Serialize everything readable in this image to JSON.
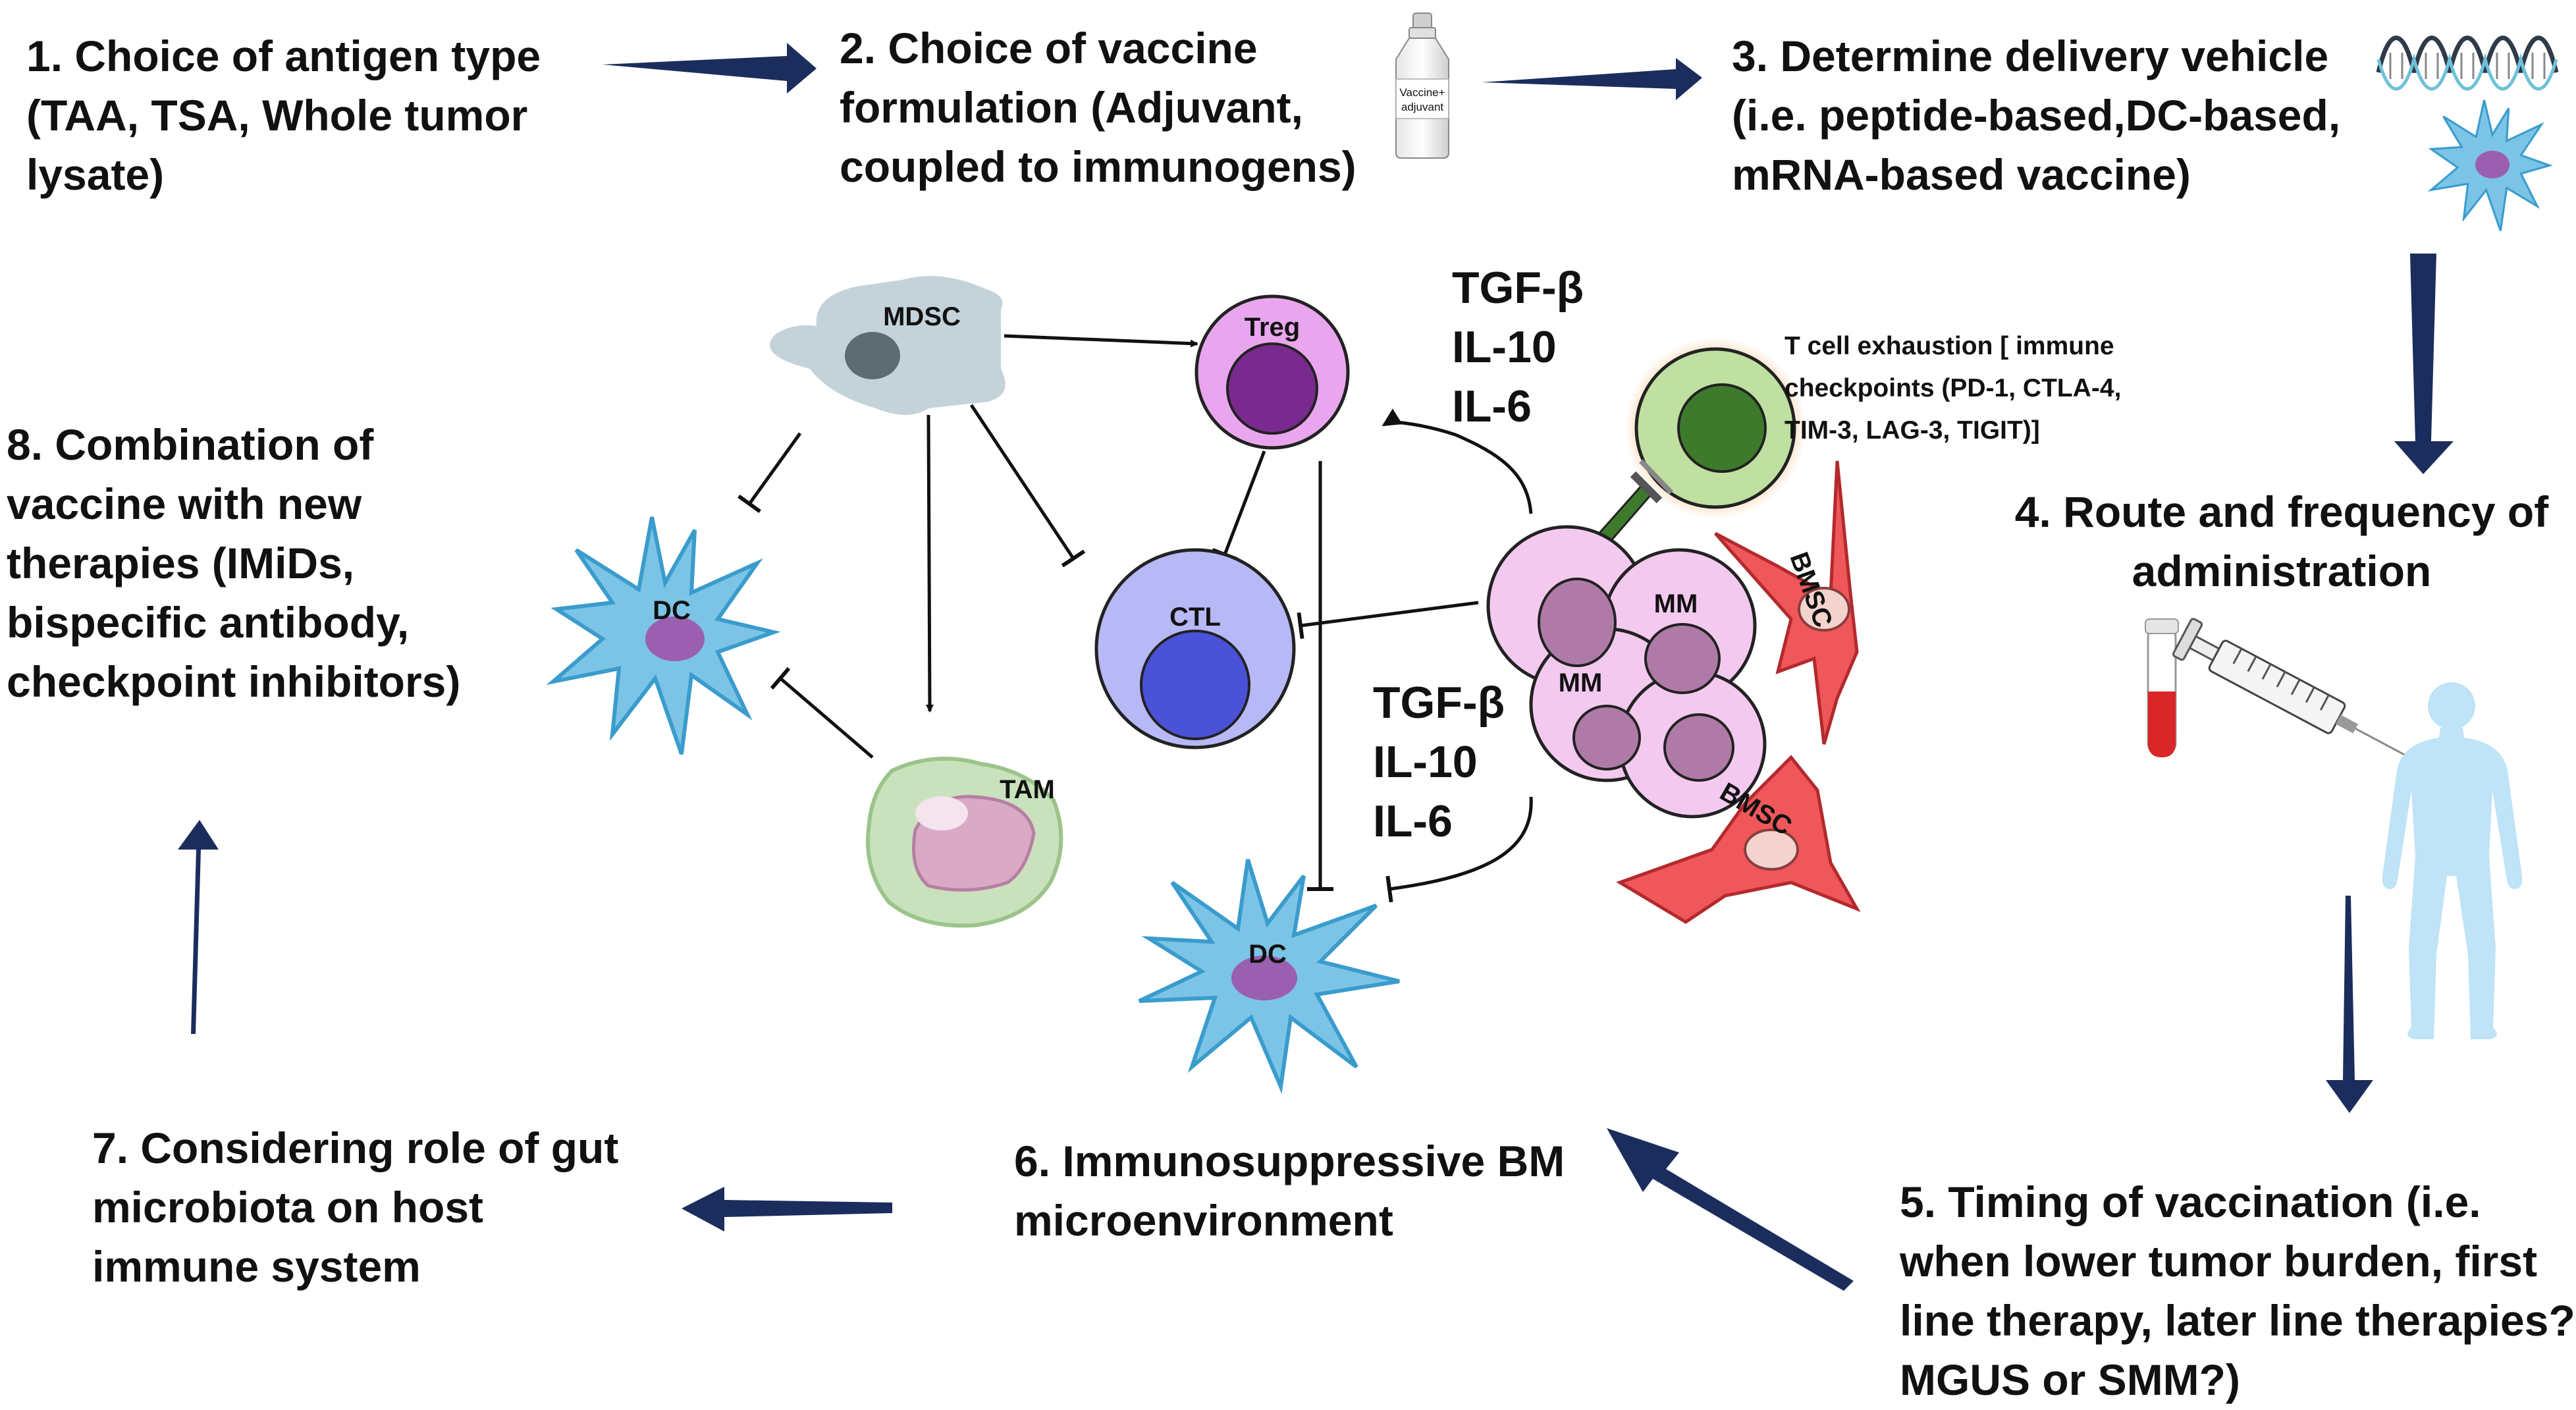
{
  "steps": {
    "s1": [
      "1. Choice of antigen type",
      "(TAA, TSA, Whole tumor",
      "lysate)"
    ],
    "s2": [
      "2. Choice of vaccine",
      "formulation (Adjuvant,",
      "coupled to immunogens)"
    ],
    "s3": [
      "3. Determine delivery vehicle",
      "(i.e. peptide-based,DC-based,",
      "mRNA-based vaccine)"
    ],
    "s4": [
      "4. Route and frequency of",
      "administration"
    ],
    "s5": [
      "5. Timing of vaccination (i.e.",
      "when lower tumor burden, first",
      "line therapy, later line therapies?",
      "MGUS or SMM?)"
    ],
    "s6": [
      "6. Immunosuppressive BM",
      "microenvironment"
    ],
    "s7": [
      "7. Considering role of gut",
      "microbiota on host",
      "immune system"
    ],
    "s8": [
      "8. Combination of",
      "vaccine with new",
      "therapies (IMiDs,",
      "bispecific antibody,",
      "checkpoint inhibitors)"
    ]
  },
  "vial": {
    "line1": "Vaccine+",
    "line2": "adjuvant"
  },
  "cells": {
    "mdsc": "MDSC",
    "treg": "Treg",
    "ctl": "CTL",
    "dc_left": "DC",
    "dc_bottom": "DC",
    "tam": "TAM",
    "mm1": "MM",
    "mm2": "MM",
    "bmsc1": "BMSC",
    "bmsc2": "BMSC"
  },
  "cytokines_top": [
    "TGF-β",
    "IL-10",
    "IL-6"
  ],
  "cytokines_mid": [
    "TGF-β",
    "IL-10",
    "IL-6"
  ],
  "exhaustion": [
    "T cell exhaustion [ immune",
    "checkpoints (PD-1, CTLA-4,",
    "TIM-3, LAG-3, TIGIT)]"
  ],
  "colors": {
    "flow_arrow": "#1b2d5c",
    "mdsc": "#c3d3d9",
    "treg": "#e9a6ee",
    "ctl": "#b7b8f6",
    "dc": "#7cc4e6",
    "tam": "#c9e2bd",
    "mm": "#f4c9ef",
    "bmsc": "#f0575a",
    "tcell": "#bfe0a0",
    "human": "#bfe3f7"
  }
}
